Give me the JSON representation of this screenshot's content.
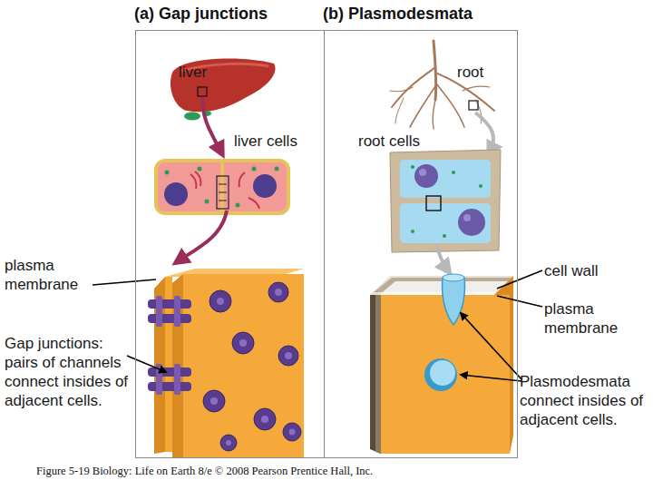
{
  "diagram": {
    "caption": "Figure 5-19 Biology: Life on Earth 8/e © 2008 Pearson Prentice Hall, Inc.",
    "nodes": [
      {
        "text": [
          "(a) Gap junctions"
        ]
      },
      {
        "text": [
          "(b) Plasmodesmata"
        ]
      }
    ],
    "labels": [
      "liver",
      "root",
      "liver cells",
      "root cells",
      "plasma membrane",
      "Gap junctions: pairs of channels connect insides of adjacent cells.",
      "cell wall",
      "plasma membrane",
      "Plasmodesmata connect insides of adjacent cells."
    ]
  }
}
